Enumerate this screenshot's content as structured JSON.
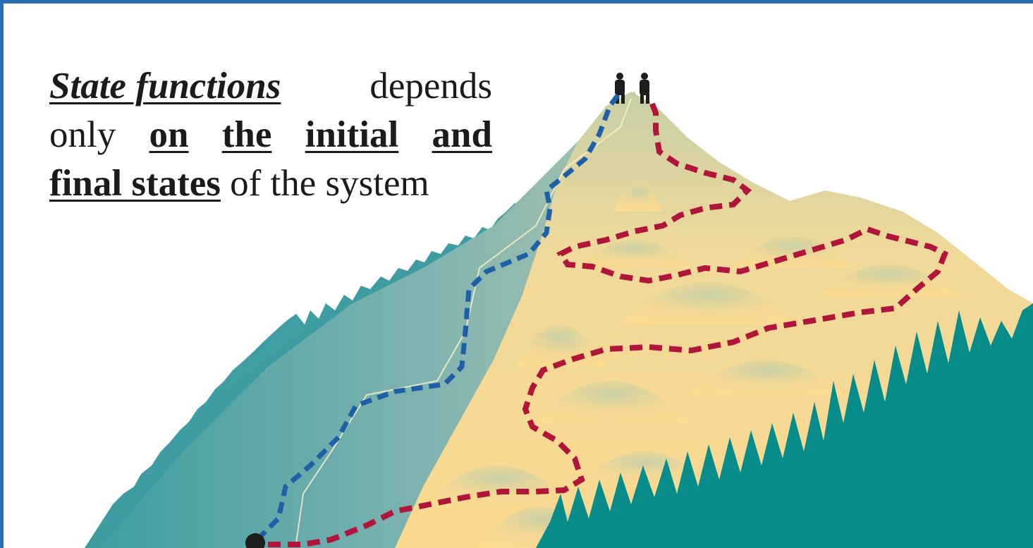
{
  "slide": {
    "text": {
      "term": "State functions",
      "verb": "depends",
      "only": "only",
      "condition_words": [
        "on",
        "the",
        "initial",
        "and"
      ],
      "condition_tail": "final states",
      "ending": "of the system"
    },
    "illustration": {
      "subject": "mountain with two climbers at summit and two trails",
      "trail_direct_color": "#1f5fa8",
      "trail_winding_color": "#b0153a",
      "mountain_color": "#f6d693",
      "forest_color": "#078c8a",
      "slope_color": "#5aa3a8"
    }
  }
}
